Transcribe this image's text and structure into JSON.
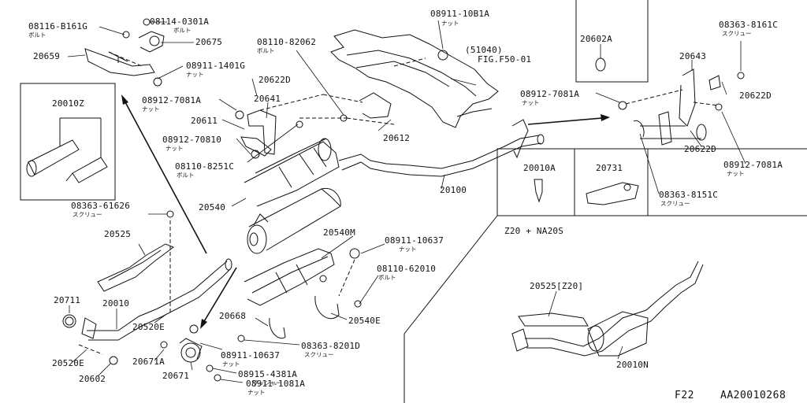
{
  "labels": {
    "l08116_b161g": "08116-B161G",
    "l08114_0301a": "08114-0301A",
    "l20675": "20675",
    "l20659": "20659",
    "l08911_1401g": "08911-1401G",
    "l08110_82062": "08110-82062",
    "l20622d_a": "20622D",
    "l08911_10b1a": "08911-10B1A",
    "l51040": "(51040)",
    "lfig": "FIG.F50-01",
    "l20602a": "20602A",
    "l08363_8161c": "08363-8161C",
    "l20643": "20643",
    "l20010z": "20010Z",
    "l08912_7081a_a": "08912-7081A",
    "l20641": "20641",
    "l08912_7081a_b": "08912-7081A",
    "l20622d_b": "20622D",
    "l20611": "20611",
    "l08912_70810": "08912-70810",
    "l20612": "20612",
    "l08110_8251c": "08110-8251C",
    "l20622d_c": "20622D",
    "l08912_7081a_c": "08912-7081A",
    "l20010a": "20010A",
    "l20731": "20731",
    "l20100": "20100",
    "l20540": "20540",
    "l08363_8151c": "08363-8151C",
    "l08363_61626": "08363-61626",
    "lz20": "Z20 + NA20S",
    "l20525": "20525",
    "l20540m": "20540M",
    "l08911_10637_a": "08911-10637",
    "l08110_62010": "08110-62010",
    "l20711": "20711",
    "l20010": "20010",
    "l20520e_a": "20520E",
    "l20668": "20668",
    "l20540e": "20540E",
    "l20525z20": "20525[Z20]",
    "l08363_8201d": "08363-8201D",
    "l08911_10637_b": "08911-10637",
    "l20671a": "20671A",
    "l20520e_b": "20520E",
    "l20671": "20671",
    "l08915_4381a": "08915-4381A",
    "l20602": "20602",
    "l08911_1081a": "08911-1081A",
    "l20010n": "20010N",
    "lf22": "F22",
    "lcode": "AA20010268"
  },
  "annotations": {
    "bolt": "ボルト",
    "nut": "ナット",
    "screw": "スクリュー",
    "washer": "ワッシャー"
  }
}
